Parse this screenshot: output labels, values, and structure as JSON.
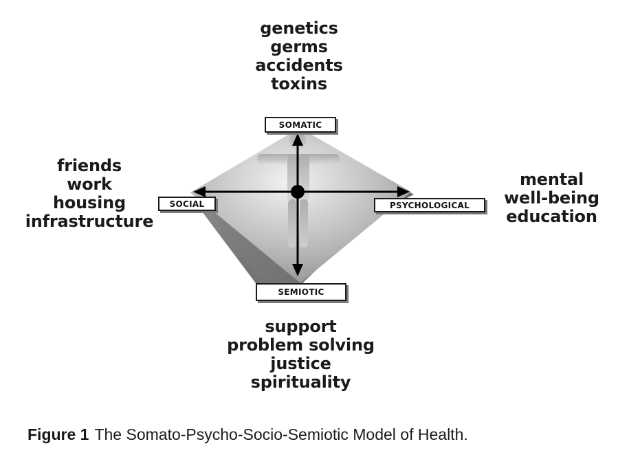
{
  "factors": {
    "somatic": [
      "genetics",
      "germs",
      "accidents",
      "toxins"
    ],
    "social": [
      "friends",
      "work",
      "housing",
      "infrastructure"
    ],
    "psychological": [
      "mental",
      "well-being",
      "education"
    ],
    "semiotic": [
      "support",
      "problem solving",
      "justice",
      "spirituality"
    ]
  },
  "nodes": {
    "somatic": "SOMATIC",
    "social": "SOCIAL",
    "psychological": "PSYCHOLOGICAL",
    "semiotic": "SEMIOTIC"
  },
  "caption": {
    "label": "Figure 1",
    "text": "The Somato-Psycho-Socio-Semiotic Model of Health."
  },
  "colors": {
    "text": "#1a1a1a",
    "diamond_light": "#e6e6e6",
    "diamond_dark": "#8c8c8c",
    "shadow": "#5e5e5e",
    "arrow": "#000000"
  }
}
